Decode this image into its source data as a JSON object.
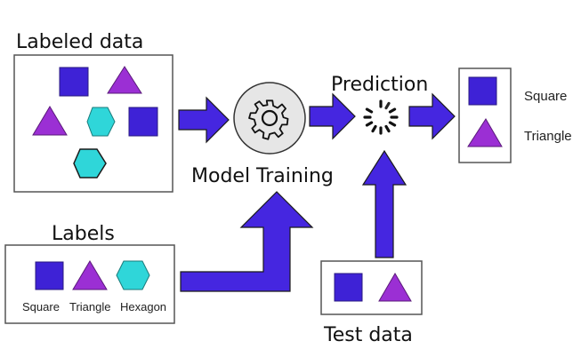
{
  "titles": {
    "labeled_data": "Labeled data",
    "prediction": "Prediction",
    "model_training": "Model Training",
    "labels": "Labels",
    "test_data": "Test data"
  },
  "label_names": {
    "square": "Square",
    "triangle": "Triangle",
    "hexagon": "Hexagon"
  },
  "output_labels": {
    "square": "Square",
    "triangle": "Triangle"
  },
  "icons": {
    "model": "gear-icon",
    "prediction": "loading-spinner-icon"
  },
  "colors": {
    "square": "#3e22d6",
    "triangle": "#9b2fd4",
    "hexagon": "#2fd6d9",
    "arrow": "#4526e0",
    "box_border": "#555555",
    "gear_circle_fill": "#e6e6e6"
  }
}
